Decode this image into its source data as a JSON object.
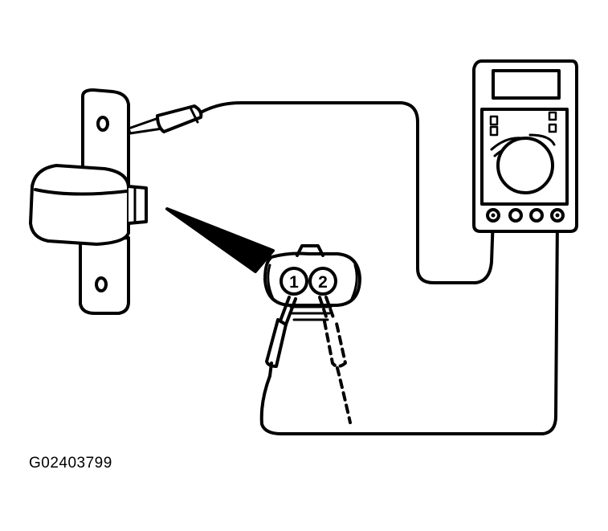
{
  "figure_code": "G02403799",
  "connector": {
    "pin_1_label": "1",
    "pin_2_label": "2"
  }
}
